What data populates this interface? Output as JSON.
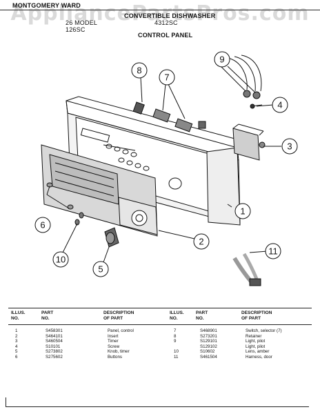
{
  "header": {
    "brand": "MONTGOMERY WARD",
    "title_line1": "CONVERTIBLE DISHWASHER",
    "model_left_line1": "26 MODEL",
    "model_left_line2": "126SC",
    "model_right": "4312SC",
    "section_title": "CONTROL PANEL"
  },
  "watermark": "AppliancePartsPros.com",
  "callouts": [
    "1",
    "2",
    "3",
    "4",
    "5",
    "6",
    "7",
    "8",
    "9",
    "10",
    "11"
  ],
  "table": {
    "headers": {
      "illus_no": [
        "ILLUS.",
        "NO."
      ],
      "part_no": [
        "PART",
        "NO."
      ],
      "description": [
        "DESCRIPTION",
        "OF PART"
      ]
    },
    "left": [
      {
        "illus": "1",
        "part": "S458301",
        "desc": "Panel, control"
      },
      {
        "illus": "2",
        "part": "S464101",
        "desc": "Insert"
      },
      {
        "illus": "3",
        "part": "S460504",
        "desc": "Timer"
      },
      {
        "illus": "4",
        "part": "S10101",
        "desc": "Screw"
      },
      {
        "illus": "5",
        "part": "S273802",
        "desc": "Knob, timer"
      },
      {
        "illus": "6",
        "part": "S275602",
        "desc": "Buttons"
      }
    ],
    "right": [
      {
        "illus": "7",
        "part": "S468901",
        "desc": "Switch, selector (7)"
      },
      {
        "illus": "8",
        "part": "S273201",
        "desc": "Retainer"
      },
      {
        "illus": "9",
        "part": "S129101",
        "desc": "Light, pilot"
      },
      {
        "illus": "",
        "part": "S129102",
        "desc": "Light, pilot"
      },
      {
        "illus": "10",
        "part": "S10602",
        "desc": "Lens, amber"
      },
      {
        "illus": "11",
        "part": "S461504",
        "desc": "Harness, door"
      }
    ]
  }
}
